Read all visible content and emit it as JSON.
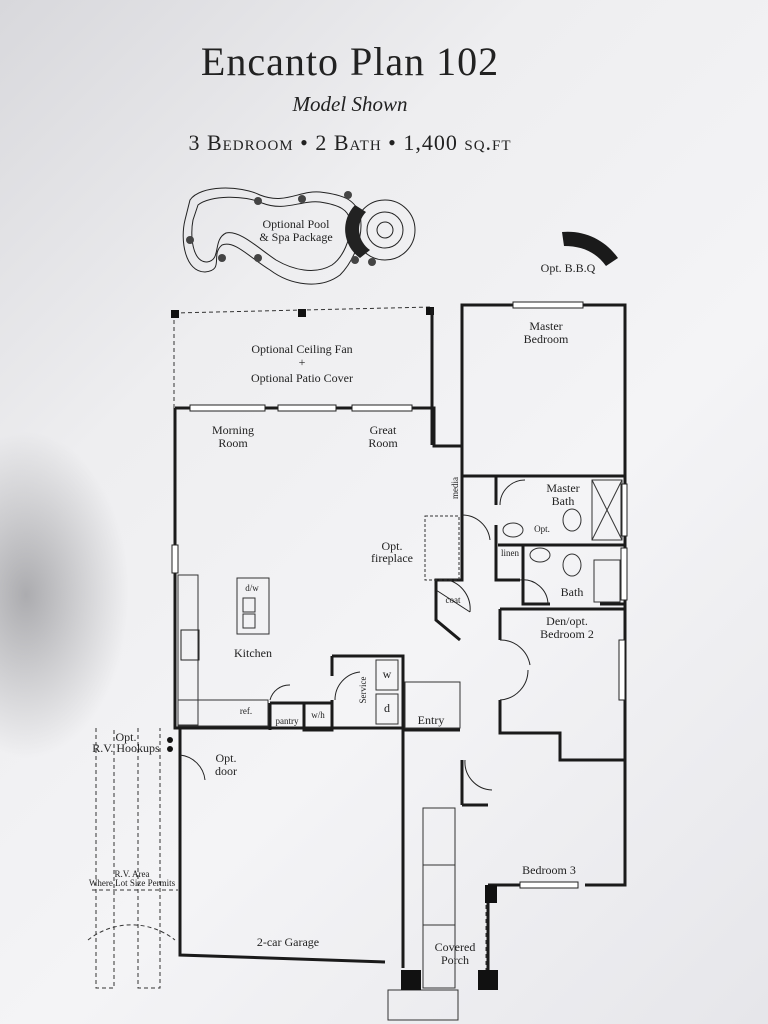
{
  "header": {
    "title": "Encanto Plan 102",
    "subtitle": "Model Shown",
    "specs": "3 Bedroom • 2 Bath • 1,400 sq.ft"
  },
  "rooms": {
    "pool": [
      "Optional Pool",
      "& Spa Package"
    ],
    "bbq": "Opt. B.B.Q",
    "patio_fan": "Optional Ceiling Fan",
    "patio_cover": "Optional Patio Cover",
    "master_bedroom": [
      "Master",
      "Bedroom"
    ],
    "morning_room": [
      "Morning",
      "Room"
    ],
    "great_room": [
      "Great",
      "Room"
    ],
    "media": "media",
    "master_bath": [
      "Master",
      "Bath"
    ],
    "opt": "Opt.",
    "linen": "linen",
    "bath": "Bath",
    "fireplace": [
      "Opt.",
      "fireplace"
    ],
    "coat": "coat",
    "dw": "d/w",
    "den": [
      "Den/opt.",
      "Bedroom 2"
    ],
    "kitchen": "Kitchen",
    "service": "Service",
    "washer": "w",
    "dryer": "d",
    "ref": "ref.",
    "pantry": "pantry",
    "wh": "w/h",
    "entry": "Entry",
    "rv_hookups": [
      "Opt.",
      "R.V. Hookups"
    ],
    "opt_door": [
      "Opt.",
      "door"
    ],
    "bedroom3": "Bedroom 3",
    "rv_area": [
      "R.V. Area",
      "Where Lot Size Permits"
    ],
    "garage": "2-car Garage",
    "porch": [
      "Covered",
      "Porch"
    ]
  }
}
